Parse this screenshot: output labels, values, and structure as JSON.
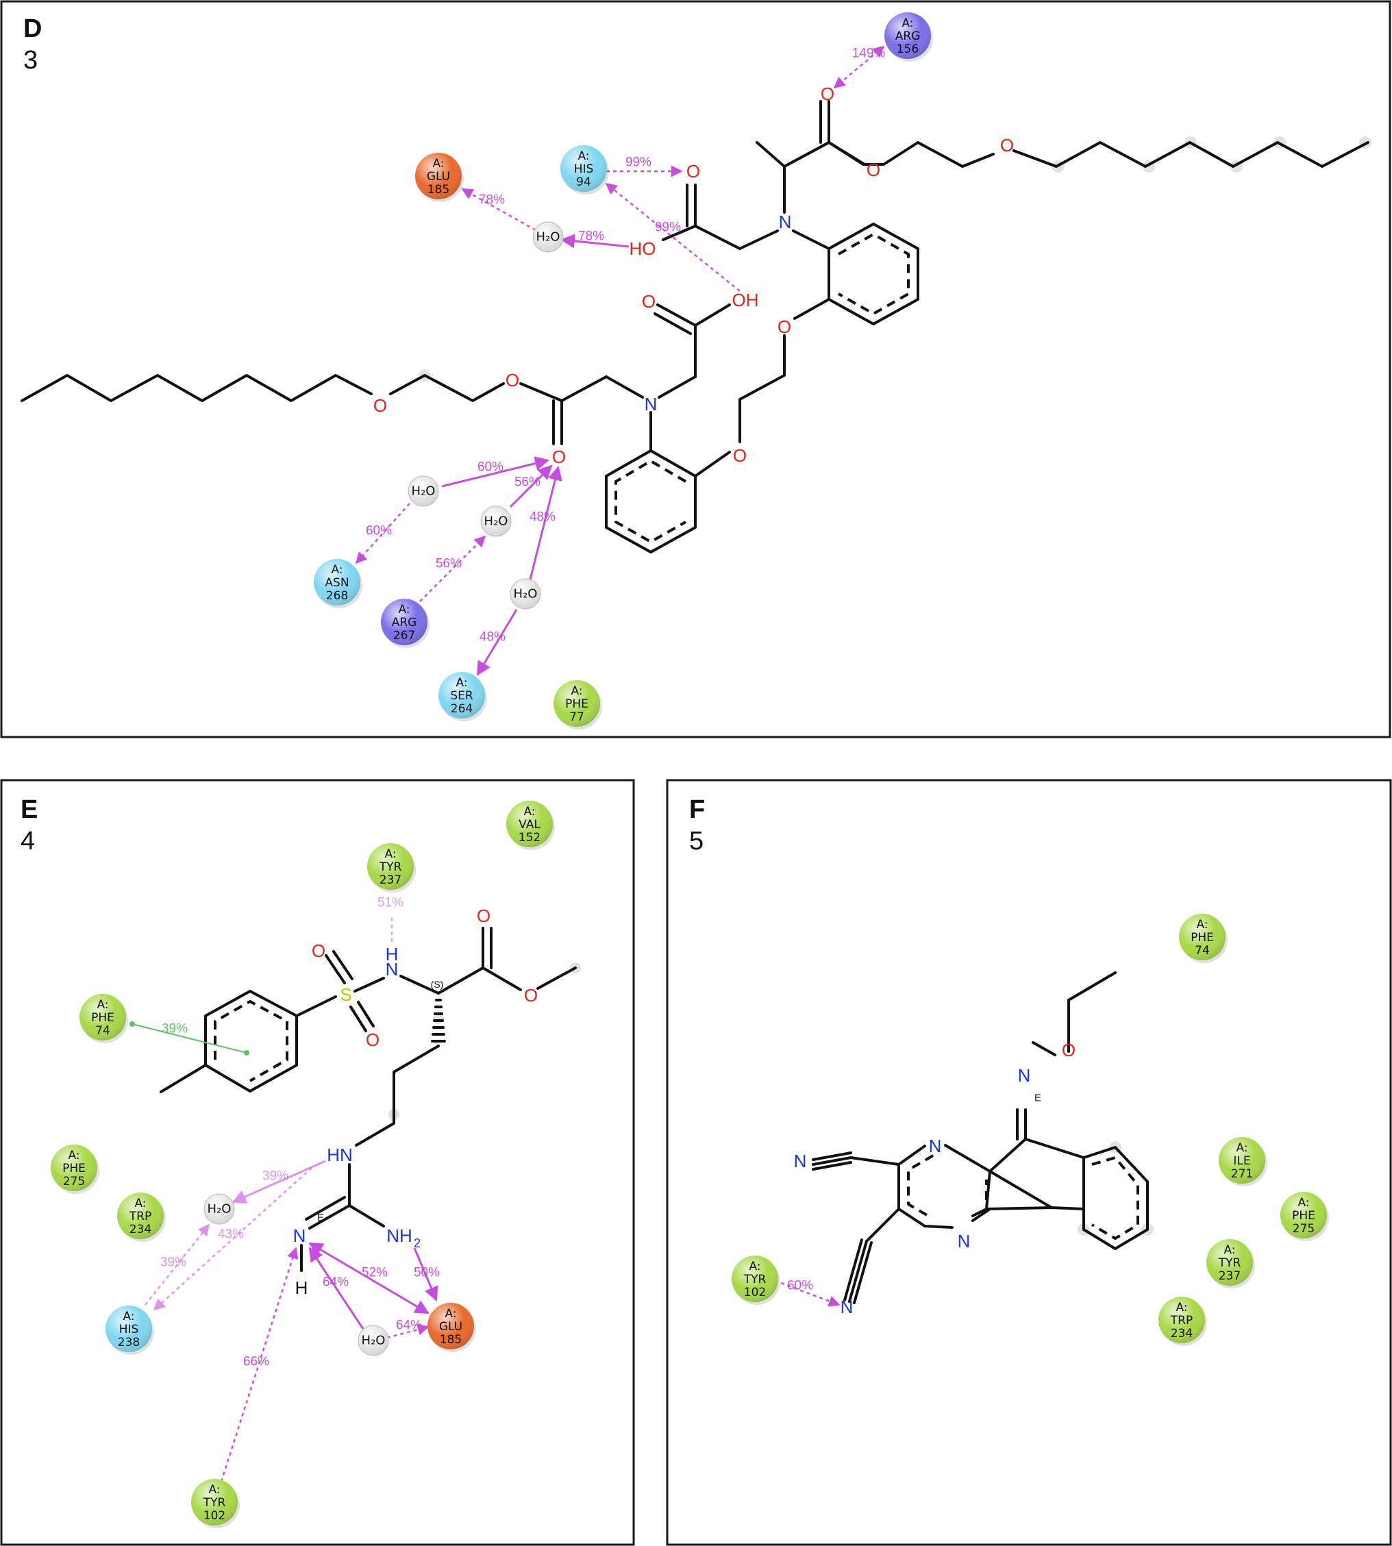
{
  "panels": [
    {
      "letter": "D",
      "compound": "3"
    },
    {
      "letter": "E",
      "compound": "4"
    },
    {
      "letter": "F",
      "compound": "5"
    }
  ],
  "residues": {
    "arg156": {
      "chain": "A:",
      "name": "ARG",
      "num": "156",
      "color": "#7b6ee8"
    },
    "his94": {
      "chain": "A:",
      "name": "HIS",
      "num": "94",
      "color": "#7fd6f0"
    },
    "glu185d": {
      "chain": "A:",
      "name": "GLU",
      "num": "185",
      "color": "#e8692c"
    },
    "asn268": {
      "chain": "A:",
      "name": "ASN",
      "num": "268",
      "color": "#7fd6f0"
    },
    "arg267": {
      "chain": "A:",
      "name": "ARG",
      "num": "267",
      "color": "#7b6ee8"
    },
    "ser264": {
      "chain": "A:",
      "name": "SER",
      "num": "264",
      "color": "#7fd6f0"
    },
    "phe77": {
      "chain": "A:",
      "name": "PHE",
      "num": "77",
      "color": "#a8d848"
    },
    "val152": {
      "chain": "A:",
      "name": "VAL",
      "num": "152",
      "color": "#a8d848"
    },
    "tyr237e": {
      "chain": "A:",
      "name": "TYR",
      "num": "237",
      "color": "#a8d848"
    },
    "phe74e": {
      "chain": "A:",
      "name": "PHE",
      "num": "74",
      "color": "#a8d848"
    },
    "phe275e": {
      "chain": "A:",
      "name": "PHE",
      "num": "275",
      "color": "#a8d848"
    },
    "trp234e": {
      "chain": "A:",
      "name": "TRP",
      "num": "234",
      "color": "#a8d848"
    },
    "his238": {
      "chain": "A:",
      "name": "HIS",
      "num": "238",
      "color": "#7fd6f0"
    },
    "glu185e": {
      "chain": "A:",
      "name": "GLU",
      "num": "185",
      "color": "#e8692c"
    },
    "tyr102e": {
      "chain": "A:",
      "name": "TYR",
      "num": "102",
      "color": "#a8d848"
    },
    "phe74f": {
      "chain": "A:",
      "name": "PHE",
      "num": "74",
      "color": "#a8d848"
    },
    "ile271": {
      "chain": "A:",
      "name": "ILE",
      "num": "271",
      "color": "#a8d848"
    },
    "phe275f": {
      "chain": "A:",
      "name": "PHE",
      "num": "275",
      "color": "#a8d848"
    },
    "tyr237f": {
      "chain": "A:",
      "name": "TYR",
      "num": "237",
      "color": "#a8d848"
    },
    "trp234f": {
      "chain": "A:",
      "name": "TRP",
      "num": "234",
      "color": "#a8d848"
    },
    "tyr102f": {
      "chain": "A:",
      "name": "TYR",
      "num": "102",
      "color": "#a8d848"
    }
  },
  "water_label": "H₂O",
  "stereo": {
    "s": "(S)",
    "e": "E"
  },
  "atoms": {
    "O": "O",
    "OH": "OH",
    "HO": "HO",
    "N": "N",
    "S": "S",
    "H": "H",
    "HN": "HN",
    "NH": "N",
    "NH2": "NH",
    "sub2": "2"
  },
  "colors": {
    "oxygen": "#e8201a",
    "nitrogen": "#1a33e8",
    "sulfur": "#c8c000",
    "hbond": "#c74dde",
    "pistack": "#5fc26a"
  },
  "percents": {
    "d_arg156": "149%",
    "d_his94_o": "99%",
    "d_his94_oh": "99%",
    "d_glu185": "78%",
    "d_ho_w": "78%",
    "d_w1_o": "60%",
    "d_w1_asn": "60%",
    "d_w2_o": "56%",
    "d_w2_arg": "56%",
    "d_w3_o": "48%",
    "d_w3_ser": "48%",
    "e_tyr237": "51%",
    "e_phe74": "39%",
    "e_hn_w": "39%",
    "e_hn_his": "43%",
    "e_his_w": "39%",
    "e_nh2_glu": "50%",
    "e_n_glu": "52%",
    "e_w_n": "64%",
    "e_w_glu": "64%",
    "e_tyr102": "66%",
    "f_tyr102": "60%"
  }
}
